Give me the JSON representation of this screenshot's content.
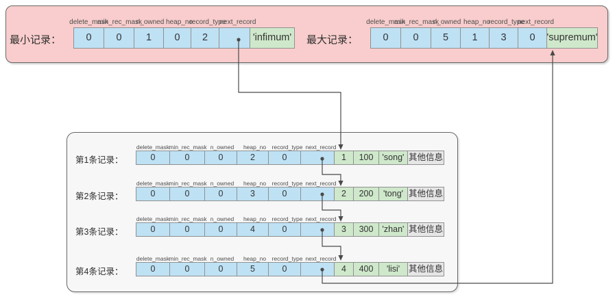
{
  "field_labels": [
    "delete_mask",
    "min_rec_mask",
    "n_owned",
    "heap_no",
    "record_type",
    "next_record"
  ],
  "top_panel": {
    "min_record": {
      "label": "最小记录：",
      "cells": [
        "0",
        "0",
        "1",
        "0",
        "2",
        "•"
      ],
      "tail_cells": [
        "'infimum'"
      ]
    },
    "max_record": {
      "label": "最大记录：",
      "cells": [
        "0",
        "0",
        "5",
        "1",
        "3",
        "0"
      ],
      "tail_cells": [
        "'supremum'"
      ]
    }
  },
  "records": [
    {
      "label": "第1条记录：",
      "cells": [
        "0",
        "0",
        "0",
        "2",
        "0",
        "•"
      ],
      "tail_cells": [
        "1",
        "100",
        "'song'",
        "其他信息"
      ]
    },
    {
      "label": "第2条记录：",
      "cells": [
        "0",
        "0",
        "0",
        "3",
        "0",
        "•"
      ],
      "tail_cells": [
        "2",
        "200",
        "'tong'",
        "其他信息"
      ]
    },
    {
      "label": "第3条记录：",
      "cells": [
        "0",
        "0",
        "0",
        "4",
        "0",
        "•"
      ],
      "tail_cells": [
        "3",
        "300",
        "'zhan'",
        "其他信息"
      ]
    },
    {
      "label": "第4条记录：",
      "cells": [
        "0",
        "0",
        "0",
        "5",
        "0",
        "•"
      ],
      "tail_cells": [
        "4",
        "400",
        "'lisi'",
        "其他信息"
      ]
    }
  ],
  "colors": {
    "panel_pink": "#f9cdcd",
    "panel_pink_border": "#666666",
    "cell_blue": "#bee1f4",
    "cell_green": "#cfe8cb",
    "cell_gray": "#e6e6e6",
    "cell_border": "#909090",
    "records_box_bg": "#f7f7f7",
    "records_box_border": "#666666",
    "arrow": "#4a4a4a"
  }
}
